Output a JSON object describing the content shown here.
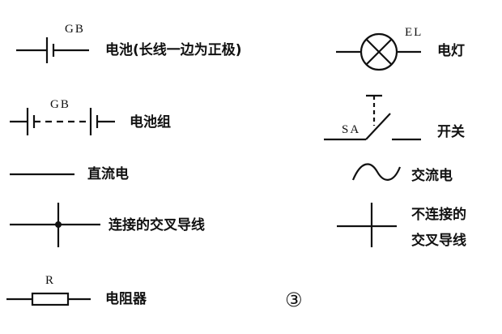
{
  "symbols": {
    "battery": {
      "code": "GB",
      "label": "电池(长线一边为正极)"
    },
    "lamp": {
      "code": "EL",
      "label": "电灯"
    },
    "battery_group": {
      "code": "GB",
      "label": "电池组"
    },
    "switch": {
      "code": "SA",
      "label": "开关"
    },
    "dc": {
      "label": "直流电"
    },
    "ac": {
      "label": "交流电"
    },
    "connected_cross": {
      "label": "连接的交叉导线"
    },
    "unconnected_cross": {
      "label_line1": "不连接的",
      "label_line2": "交叉导线"
    },
    "resistor": {
      "code": "R",
      "label": "电阻器"
    }
  },
  "figure_number": "③"
}
